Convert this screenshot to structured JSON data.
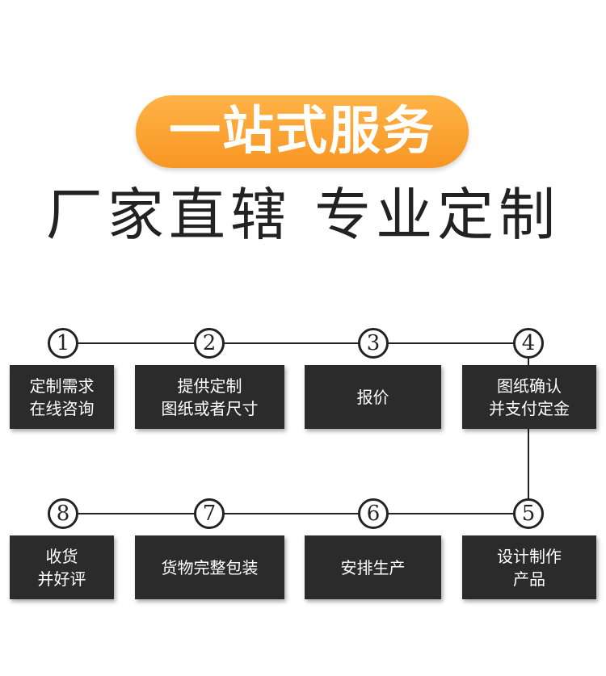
{
  "header": {
    "badge_text": "一站式服务",
    "subtitle": "厂家直辖 专业定制"
  },
  "colors": {
    "badge": "#f79623",
    "box": "#2b2b2b",
    "line": "#222222"
  },
  "steps": [
    {
      "num": "1",
      "label": "定制需求\n在线咨询"
    },
    {
      "num": "2",
      "label": "提供定制\n图纸或者尺寸"
    },
    {
      "num": "3",
      "label": "报价"
    },
    {
      "num": "4",
      "label": "图纸确认\n并支付定金"
    },
    {
      "num": "5",
      "label": "设计制作\n产品"
    },
    {
      "num": "6",
      "label": "安排生产"
    },
    {
      "num": "7",
      "label": "货物完整包装"
    },
    {
      "num": "8",
      "label": "收货\n并好评"
    }
  ]
}
